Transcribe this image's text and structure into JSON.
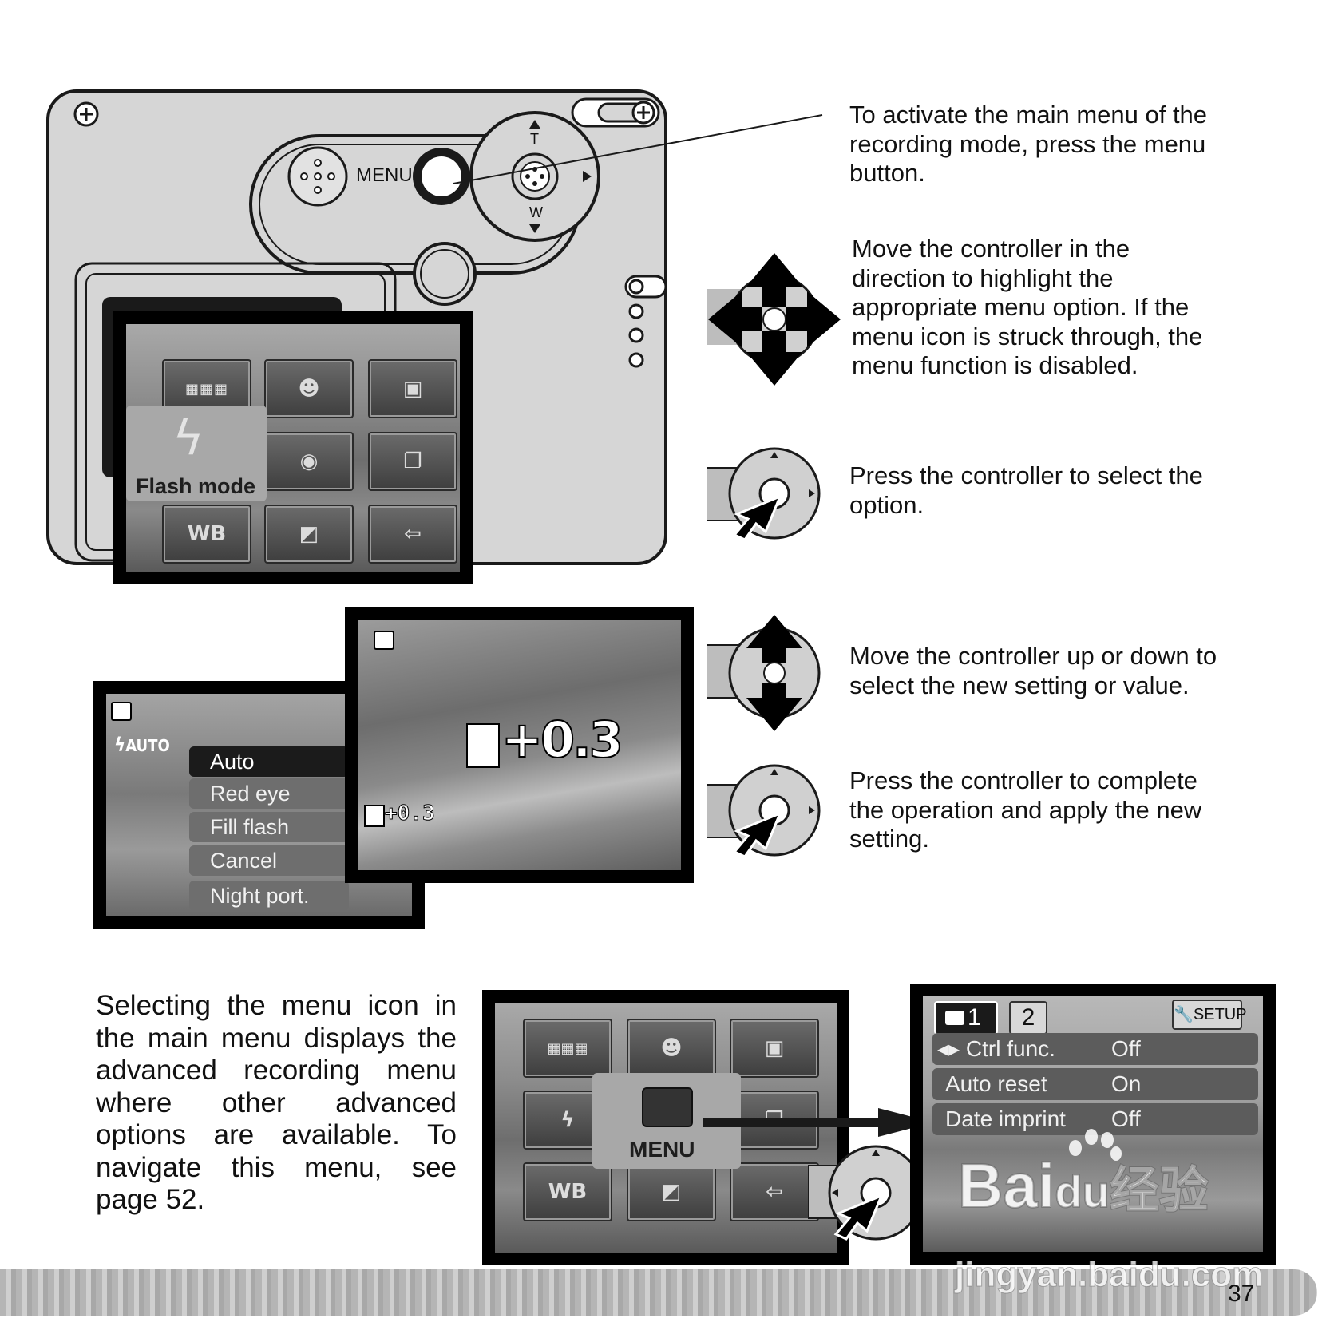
{
  "camera": {
    "menu_button_label": "MENU",
    "zoom_tele": "T",
    "zoom_wide": "W"
  },
  "main_menu_screen": {
    "highlight_label": "Flash mode",
    "icons": [
      "color-icon",
      "portrait-mode-icon",
      "image-size-icon",
      "flash-mode-icon",
      "menu-camera-icon",
      "continuous-drive-icon",
      "white-balance-icon",
      "exposure-compensation-icon",
      "exit-icon"
    ],
    "wb_tile_text": "WB"
  },
  "instructions": [
    {
      "lines": [
        "To activate the main menu of the",
        "recording mode, press the menu",
        "button."
      ]
    },
    {
      "lines": [
        "Move the controller in the",
        "direction to highlight the",
        "appropriate menu option. If the",
        "menu icon is struck through, the",
        "menu function is disabled."
      ]
    },
    {
      "lines": [
        "Press the controller to select the",
        "option."
      ]
    },
    {
      "lines": [
        "Move the controller up or down to",
        "select the new setting or value."
      ]
    },
    {
      "lines": [
        "Press the controller to complete",
        "the operation and apply the new",
        "setting."
      ]
    }
  ],
  "flash_submenu": {
    "status_icon_text": "AUTO",
    "options": [
      "Auto",
      "Red eye",
      "Fill flash",
      "Cancel",
      "Night port."
    ],
    "selected_index": 0
  },
  "exposure_screen": {
    "large_value": "+0.3",
    "small_value": "+0.3"
  },
  "bottom_paragraph": {
    "lines": [
      "Selecting the menu icon in",
      "the main menu displays the",
      "advanced recording menu",
      "where other advanced",
      "options are available. To",
      "navigate this menu, see",
      "page 52."
    ]
  },
  "main_menu_screen_2": {
    "highlight_label": "MENU",
    "wb_tile_text": "WB"
  },
  "setup_screen": {
    "tabs": [
      "1",
      "2"
    ],
    "setup_tab_label": "SETUP",
    "rows": [
      {
        "label": "Ctrl func.",
        "value": "Off"
      },
      {
        "label": "Auto reset",
        "value": "On"
      },
      {
        "label": "Date imprint",
        "value": "Off"
      }
    ]
  },
  "watermark": {
    "brand": "Bai",
    "brand_mid": "du",
    "brand_cn": "经验",
    "url": "jingyan.baidu.com"
  },
  "footer": {
    "page_number": "37"
  }
}
